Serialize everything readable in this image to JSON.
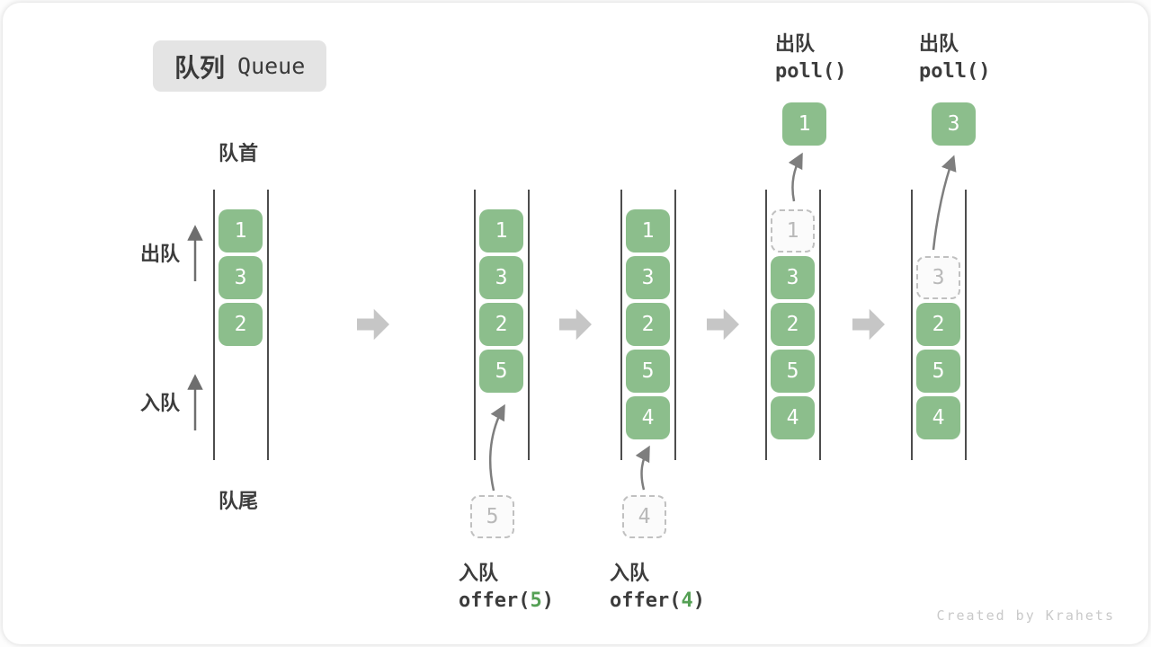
{
  "badge": {
    "zh": "队列",
    "en": "Queue"
  },
  "side_labels": {
    "front": "队首",
    "rear": "队尾",
    "dequeue": "出队",
    "enqueue": "入队"
  },
  "queue_states": [
    {
      "cells": [
        {
          "v": "1"
        },
        {
          "v": "3"
        },
        {
          "v": "2"
        }
      ]
    },
    {
      "cells": [
        {
          "v": "1"
        },
        {
          "v": "3"
        },
        {
          "v": "2"
        },
        {
          "v": "5"
        }
      ],
      "staged": "5"
    },
    {
      "cells": [
        {
          "v": "1"
        },
        {
          "v": "3"
        },
        {
          "v": "2"
        },
        {
          "v": "5"
        },
        {
          "v": "4"
        }
      ],
      "staged": "4"
    },
    {
      "cells": [
        {
          "v": "1",
          "ghost": true
        },
        {
          "v": "3"
        },
        {
          "v": "2"
        },
        {
          "v": "5"
        },
        {
          "v": "4"
        }
      ],
      "polled": "1"
    },
    {
      "cells": [
        {
          "v": "3",
          "ghost": true
        },
        {
          "v": "2"
        },
        {
          "v": "5"
        },
        {
          "v": "4"
        }
      ],
      "polled": "3"
    }
  ],
  "operations": {
    "enqueue5": {
      "label": "入队",
      "code_prefix": "offer(",
      "arg": "5",
      "code_suffix": ")"
    },
    "enqueue4": {
      "label": "入队",
      "code_prefix": "offer(",
      "arg": "4",
      "code_suffix": ")"
    },
    "dequeue1": {
      "label": "出队",
      "code": "poll()"
    },
    "dequeue2": {
      "label": "出队",
      "code": "poll()"
    }
  },
  "watermark": "Created by Krahets",
  "colors": {
    "cell_green": "#8CBE8C",
    "code_green": "#55A055",
    "arrow_gray": "#C6C6C6",
    "badge_bg": "#E4E4E4",
    "line_dark": "#4D4D4D",
    "thin_arrow": "#7E7E7E"
  }
}
